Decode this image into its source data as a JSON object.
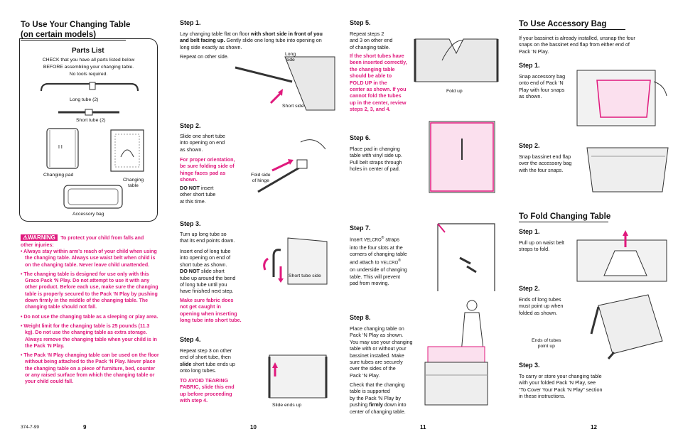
{
  "page9": {
    "title_line1": "To Use Your Changing Table",
    "title_line2": "(on certain models)",
    "parts_title": "Parts List",
    "parts_intro_1": "CHECK that you have all parts listed below",
    "parts_intro_2": "BEFORE assembling your changing table.",
    "parts_intro_3": "No tools required.",
    "label_long_tube": "Long tube (2)",
    "label_short_tube": "Short tube (2)",
    "label_changing_pad": "Changing pad",
    "label_changing_table_1": "Changing",
    "label_changing_table_2": "table",
    "label_accessory_bag": "Accessory bag",
    "warning_badge": "WARNING",
    "warning_intro_1": "To protect your child from falls and",
    "warning_intro_2": "other injuries:",
    "warnings": [
      "• Always stay within arm’s reach of your child when using the changing table. Always use waist belt when child is on the changing table. Never leave child unattended.",
      "• The changing table is designed for use only with this Graco Pack ‘N Play. Do not attempt to use it with any other product. Before each use, make sure the changing table is properly secured to the Pack ‘N Play by pushing down firmly in the middle of the changing table. The changing table should not fall.",
      "• Do not use the changing table as a sleeping or play area.",
      "• Weight limit for the changing table is 25 pounds (11.3 kg). Do not use the changing table as extra storage. Always remove the changing table when your child is in the Pack ‘N Play.",
      "• The Pack ‘N Play changing table can be used on the floor without being attached to the Pack ‘N Play. Never place the changing table on a piece of furniture, bed, counter or any raised surface from which the changing table or your child could fall."
    ],
    "doc_code": "374-7-99",
    "page_number": "9"
  },
  "page10": {
    "step1_title": "Step 1.",
    "step1_a": "Lay changing table flat on floor ",
    "step1_b": "with short side in front of you and belt facing up.",
    "step1_c": " Gently slide one long tube into opening on long side exactly as shown.",
    "step1_repeat": "Repeat on other side.",
    "label_long_side_1": "Long",
    "label_long_side_2": "side",
    "label_short_side": "Short side",
    "step2_title": "Step 2.",
    "step2_text": [
      "Slide one short tube",
      "into opening on end",
      "as shown."
    ],
    "step2_pink": [
      "For proper orientation,",
      "be sure folding side of",
      "hinge faces pad as",
      "shown."
    ],
    "step2_donot_b": "DO NOT",
    "step2_donot": [
      " insert",
      "other short tube",
      "at this time."
    ],
    "label_fold_side_1": "Fold side",
    "label_fold_side_2": "of hinge",
    "step3_title": "Step 3.",
    "step3_text1": [
      "Turn up long tube so",
      "that its end points down."
    ],
    "step3_text2": [
      "Insert end of long tube",
      "into opening on end of",
      "short tube as shown."
    ],
    "step3_donot_b": "DO NOT",
    "step3_donot": [
      " slide short",
      "tube up around the bend",
      "of long tube until you",
      "have finished next step."
    ],
    "step3_pink": [
      "Make sure fabric does",
      "not get caught in",
      "opening when inserting",
      "long tube into short tube."
    ],
    "label_short_tube_side": "Short tube side",
    "step4_title": "Step 4.",
    "step4_text_1": "Repeat step 3 on other",
    "step4_text_2": "end of short tube, then",
    "step4_slide": "slide",
    "step4_text_3": " short tube ends up",
    "step4_text_4": "onto long tubes.",
    "step4_pink": [
      "TO AVOID TEARING",
      "FABRIC, slide this end",
      "up before proceeding",
      "with step 4."
    ],
    "label_slide_ends_up": "Slide ends up",
    "page_number": "10"
  },
  "page11": {
    "step5_title": "Step 5.",
    "step5_text": [
      "Repeat steps 2",
      "and 3 on other end",
      "of changing table."
    ],
    "step5_pink": [
      "If the short tubes have",
      "been inserted correctly,",
      "the changing table",
      "should be able to",
      "FOLD UP in the",
      "center as shown. If you",
      "cannot fold the tubes",
      "up in the center, review",
      "steps 2, 3, and 4."
    ],
    "label_fold_up": "Fold up",
    "step6_title": "Step 6.",
    "step6_text": [
      "Place pad in changing",
      "table with vinyl side up.",
      "Pull belt straps through",
      "holes in center of pad."
    ],
    "step7_title": "Step 7.",
    "step7_text_1a": "Insert ",
    "step7_velcro": "VELCRO",
    "step7_reg": "®",
    "step7_text_1b": " straps",
    "step7_text": [
      "into the four slots at the",
      "corners of changing table",
      "and attach to "
    ],
    "step7_velcro2": "VELCRO",
    "step7_text_b": [
      "on underside of changing",
      "table. This will prevent",
      "pad from moving."
    ],
    "step8_title": "Step 8.",
    "step8_text": [
      "Place changing table on",
      "Pack ‘N Play as shown.",
      "You may use your changing",
      "table with or without your",
      "bassinet installed. Make",
      "sure tubes are securely",
      "over the sides of the",
      "Pack ‘N Play."
    ],
    "step8_text2": [
      "Check that the changing",
      "table is supported",
      "by the Pack ‘N Play by"
    ],
    "step8_push": "pushing ",
    "step8_firmly": "firmly",
    "step8_rest": " down into",
    "step8_text3": "center of changing table.",
    "page_number": "11"
  },
  "page12": {
    "bag_title": "To Use Accessory Bag",
    "bag_intro": [
      "If your bassinet is already installed, unsnap the four",
      "snaps on the bassinet end flap from either end of",
      "Pack ‘N Play."
    ],
    "bag_step1_title": "Step 1.",
    "bag_step1_text": [
      "Snap accessory bag",
      "onto end of Pack ‘N",
      "Play with four snaps",
      "as shown."
    ],
    "bag_step2_title": "Step 2.",
    "bag_step2_text": [
      "Snap bassinet end flap",
      "over the accessory bag",
      "with the four snaps."
    ],
    "fold_title": "To Fold Changing Table",
    "fold_step1_title": "Step 1.",
    "fold_step1_text": [
      "Pull up on waist belt",
      "straps to fold."
    ],
    "fold_step2_title": "Step 2.",
    "fold_step2_text": [
      "Ends of long tubes",
      "must point up when",
      "folded as shown."
    ],
    "label_ends_1": "Ends of tubes",
    "label_ends_2": "point up",
    "fold_step3_title": "Step 3.",
    "fold_step3_text": [
      "To carry or store your changing table",
      "with your folded Pack ‘N Play, see",
      "“To Cover Your Pack ‘N Play” section",
      "in these instructions."
    ],
    "page_number": "12"
  }
}
